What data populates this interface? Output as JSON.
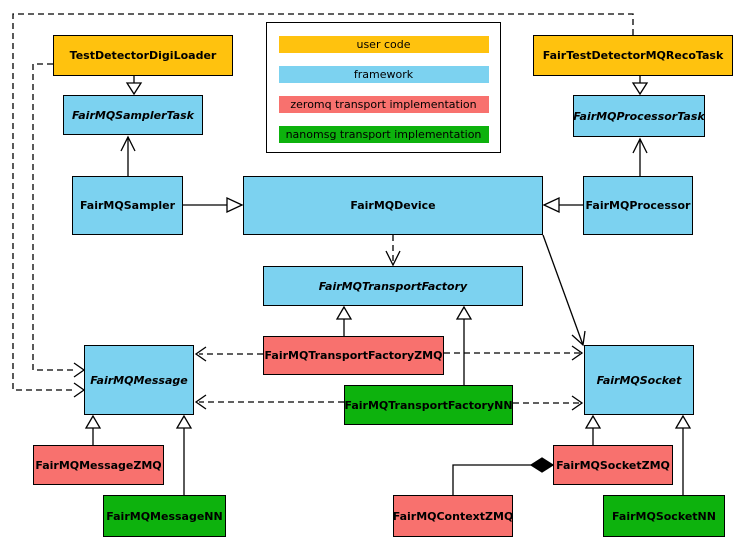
{
  "colors": {
    "user_code": "#ffc20e",
    "framework": "#7cd2f0",
    "zeromq": "#f8716e",
    "nanomsg": "#0db20d",
    "border": "#000000",
    "background": "#ffffff"
  },
  "legend": {
    "items": [
      {
        "label": "user code",
        "category": "user_code"
      },
      {
        "label": "framework",
        "category": "framework"
      },
      {
        "label": "zeromq transport implementation",
        "category": "zeromq"
      },
      {
        "label": "nanomsg transport implementation",
        "category": "nanomsg"
      }
    ]
  },
  "nodes": {
    "test_detector_digi_loader": {
      "label": "TestDetectorDigiLoader",
      "category": "user_code",
      "abstract": false
    },
    "fair_test_detector_mq_reco_task": {
      "label": "FairTestDetectorMQRecoTask",
      "category": "user_code",
      "abstract": false
    },
    "fair_mq_sampler_task": {
      "label": "FairMQSamplerTask",
      "category": "framework",
      "abstract": true
    },
    "fair_mq_processor_task": {
      "label": "FairMQProcessorTask",
      "category": "framework",
      "abstract": true
    },
    "fair_mq_sampler": {
      "label": "FairMQSampler",
      "category": "framework",
      "abstract": false
    },
    "fair_mq_device": {
      "label": "FairMQDevice",
      "category": "framework",
      "abstract": false
    },
    "fair_mq_processor": {
      "label": "FairMQProcessor",
      "category": "framework",
      "abstract": false
    },
    "fair_mq_transport_factory": {
      "label": "FairMQTransportFactory",
      "category": "framework",
      "abstract": true
    },
    "fair_mq_transport_factory_zmq": {
      "label": "FairMQTransportFactoryZMQ",
      "category": "zeromq",
      "abstract": false
    },
    "fair_mq_transport_factory_nn": {
      "label": "FairMQTransportFactoryNN",
      "category": "nanomsg",
      "abstract": false
    },
    "fair_mq_message": {
      "label": "FairMQMessage",
      "category": "framework",
      "abstract": true
    },
    "fair_mq_socket": {
      "label": "FairMQSocket",
      "category": "framework",
      "abstract": true
    },
    "fair_mq_message_zmq": {
      "label": "FairMQMessageZMQ",
      "category": "zeromq",
      "abstract": false
    },
    "fair_mq_message_nn": {
      "label": "FairMQMessageNN",
      "category": "nanomsg",
      "abstract": false
    },
    "fair_mq_context_zmq": {
      "label": "FairMQContextZMQ",
      "category": "zeromq",
      "abstract": false
    },
    "fair_mq_socket_zmq": {
      "label": "FairMQSocketZMQ",
      "category": "zeromq",
      "abstract": false
    },
    "fair_mq_socket_nn": {
      "label": "FairMQSocketNN",
      "category": "nanomsg",
      "abstract": false
    }
  },
  "edges": [
    {
      "from": "TestDetectorDigiLoader",
      "to": "FairMQSamplerTask",
      "type": "inheritance"
    },
    {
      "from": "FairTestDetectorMQRecoTask",
      "to": "FairMQProcessorTask",
      "type": "inheritance"
    },
    {
      "from": "FairMQSampler",
      "to": "FairMQDevice",
      "type": "inheritance"
    },
    {
      "from": "FairMQProcessor",
      "to": "FairMQDevice",
      "type": "inheritance"
    },
    {
      "from": "FairMQSampler",
      "to": "FairMQSamplerTask",
      "type": "association"
    },
    {
      "from": "FairMQProcessor",
      "to": "FairMQProcessorTask",
      "type": "association"
    },
    {
      "from": "FairMQDevice",
      "to": "FairMQTransportFactory",
      "type": "dependency"
    },
    {
      "from": "FairMQDevice",
      "to": "FairMQSocket",
      "type": "association"
    },
    {
      "from": "FairMQTransportFactoryZMQ",
      "to": "FairMQTransportFactory",
      "type": "inheritance"
    },
    {
      "from": "FairMQTransportFactoryNN",
      "to": "FairMQTransportFactory",
      "type": "inheritance"
    },
    {
      "from": "FairMQTransportFactoryZMQ",
      "to": "FairMQMessage",
      "type": "dependency"
    },
    {
      "from": "FairMQTransportFactoryZMQ",
      "to": "FairMQSocket",
      "type": "dependency"
    },
    {
      "from": "FairMQTransportFactoryNN",
      "to": "FairMQMessage",
      "type": "dependency"
    },
    {
      "from": "FairMQTransportFactoryNN",
      "to": "FairMQSocket",
      "type": "dependency"
    },
    {
      "from": "FairMQMessageZMQ",
      "to": "FairMQMessage",
      "type": "inheritance"
    },
    {
      "from": "FairMQMessageNN",
      "to": "FairMQMessage",
      "type": "inheritance"
    },
    {
      "from": "FairMQSocketZMQ",
      "to": "FairMQSocket",
      "type": "inheritance"
    },
    {
      "from": "FairMQSocketNN",
      "to": "FairMQSocket",
      "type": "inheritance"
    },
    {
      "from": "FairMQContextZMQ",
      "to": "FairMQSocketZMQ",
      "type": "composition"
    },
    {
      "from": "TestDetectorDigiLoader",
      "to": "FairMQMessage",
      "type": "dependency"
    },
    {
      "from": "FairTestDetectorMQRecoTask",
      "to": "FairMQMessage",
      "type": "dependency"
    }
  ]
}
